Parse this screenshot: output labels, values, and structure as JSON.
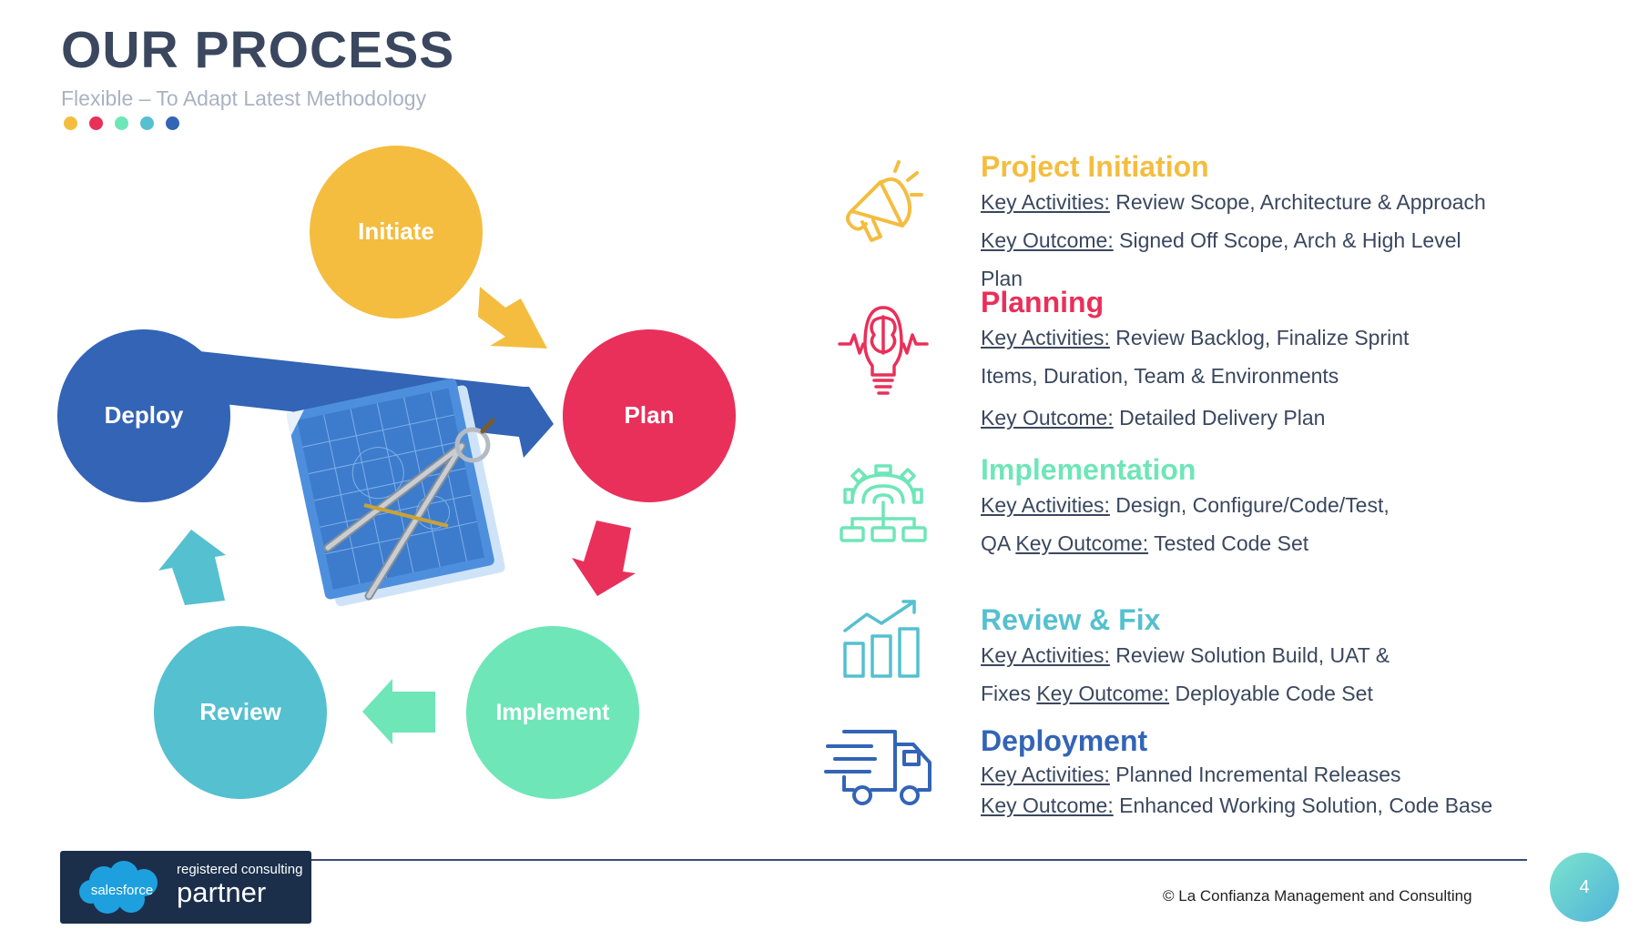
{
  "header": {
    "title": "OUR PROCESS",
    "subtitle": "Flexible – To Adapt Latest Methodology",
    "dot_colors": [
      "#f4bd3f",
      "#e9305a",
      "#6ee6b8",
      "#55c0cf",
      "#3364b5"
    ]
  },
  "cycle": {
    "nodes": [
      {
        "label": "Initiate",
        "color": "#f4bd3f"
      },
      {
        "label": "Plan",
        "color": "#e9305a"
      },
      {
        "label": "Implement",
        "color": "#6ee6b8"
      },
      {
        "label": "Review",
        "color": "#55c0cf"
      },
      {
        "label": "Deploy",
        "color": "#3364b5"
      }
    ],
    "center_icon": "blueprint-compass-icon"
  },
  "steps": [
    {
      "title": "Project Initiation",
      "color": "#f4bd3f",
      "icon": "megaphone-icon",
      "lines": [
        {
          "key": "Key Activities:",
          "text": " Review Scope, Architecture & Approach"
        },
        {
          "key": "Key Outcome:",
          "text": " Signed Off Scope, Arch & High Level"
        },
        {
          "key": "",
          "text": "Plan"
        }
      ]
    },
    {
      "title": "Planning",
      "color": "#e9305a",
      "icon": "brain-bulb-icon",
      "lines": [
        {
          "key": "Key Activities:",
          "text": " Review Backlog, Finalize Sprint"
        },
        {
          "key": "",
          "text": "Items,  Duration, Team & Environments"
        },
        {
          "key": "Key Outcome:",
          "text": " Detailed Delivery Plan"
        }
      ]
    },
    {
      "title": "Implementation",
      "color": "#6ee6b8",
      "icon": "gear-network-icon",
      "lines": [
        {
          "key": "Key Activities:",
          "text": " Design, Configure/Code/Test,"
        },
        {
          "pre": "QA  ",
          "key": "Key Outcome:",
          "text": " Tested Code Set"
        }
      ]
    },
    {
      "title": "Review & Fix",
      "color": "#55c0cf",
      "icon": "growth-chart-icon",
      "lines": [
        {
          "key": "Key Activities:",
          "text": " Review Solution Build, UAT &"
        },
        {
          "pre": "Fixes  ",
          "key": "Key Outcome:",
          "text": " Deployable Code Set"
        }
      ]
    },
    {
      "title": "Deployment",
      "color": "#3364b5",
      "icon": "delivery-truck-icon",
      "lines": [
        {
          "key": "Key Activities:",
          "text": " Planned Incremental Releases"
        },
        {
          "key": "Key Outcome:",
          "text": " Enhanced Working Solution, Code Base"
        }
      ]
    }
  ],
  "footer": {
    "badge_logo": "salesforce",
    "badge_small": "registered consulting",
    "badge_big": "partner",
    "copyright": "© La Confianza Management and Consulting",
    "page_number": "4"
  }
}
